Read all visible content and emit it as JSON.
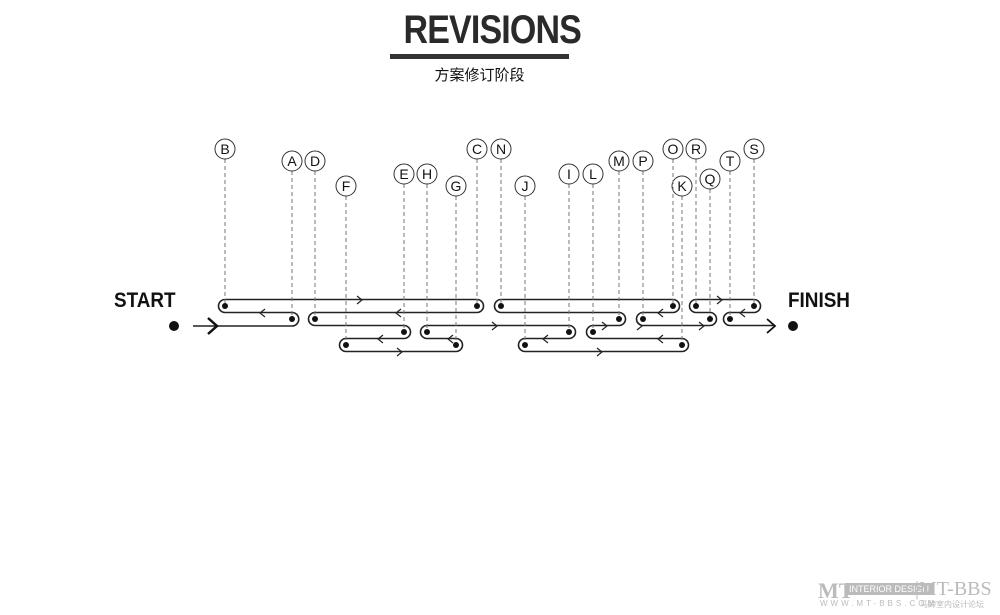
{
  "header": {
    "title": "REVISIONS",
    "subtitle": "方案修订阶段"
  },
  "diagram": {
    "start_label": "START",
    "finish_label": "FINISH",
    "revisions": [
      "A",
      "B",
      "C",
      "D",
      "E",
      "F",
      "G",
      "H",
      "I",
      "J",
      "K",
      "L",
      "M",
      "N",
      "O",
      "P",
      "Q",
      "R",
      "S",
      "T"
    ],
    "sequence": [
      "A",
      "B",
      "C",
      "D",
      "E",
      "F",
      "G",
      "H",
      "I",
      "J",
      "K",
      "L",
      "M",
      "N",
      "O",
      "P",
      "Q",
      "R",
      "S",
      "T"
    ]
  },
  "watermark": {
    "logo": "MT",
    "tag": "INTERIOR DESIGN",
    "brand": "|MT-BBS",
    "url": "WWW.MT-BBS.COM",
    "cn": "马蹄室内设计论坛"
  }
}
